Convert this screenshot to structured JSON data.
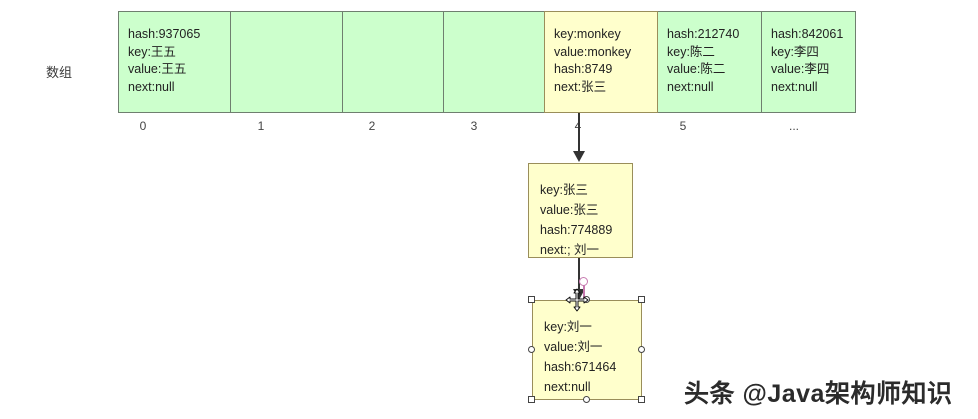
{
  "diagram": {
    "array_label": "数组",
    "array_cells": [
      {
        "index": "0",
        "text": "hash:937065\nkey:王五\nvalue:王五\nnext:null",
        "highlight": false
      },
      {
        "index": "1",
        "text": "",
        "highlight": false
      },
      {
        "index": "2",
        "text": "",
        "highlight": false
      },
      {
        "index": "3",
        "text": "",
        "highlight": false
      },
      {
        "index": "4",
        "text": "key:monkey\nvalue:monkey\nhash:8749\nnext:张三",
        "highlight": true
      },
      {
        "index": "5",
        "text": "hash:212740\nkey:陈二\nvalue:陈二\nnext:null",
        "highlight": false
      },
      {
        "index": "...",
        "text": "hash:842061\nkey:李四\nvalue:李四\nnext:null",
        "highlight": false
      }
    ],
    "nodes": [
      {
        "id": "zhangsan",
        "text": "key:张三\nvalue:张三\nhash:774889\nnext:; 刘一"
      },
      {
        "id": "liuyi",
        "text": "key:刘一\nvalue:刘一\nhash:671464\nnext:null"
      }
    ]
  },
  "watermark": {
    "text": "头条 @Java架构师知识"
  },
  "colors": {
    "cell_fill": "#CCFFCC",
    "cell_border": "#6F7F6F",
    "highlight_fill": "#FFFFCC",
    "highlight_border": "#9A8E5A",
    "arrow": "#333333",
    "rotate_handle": "#C77BB0",
    "handle_fill": "#FFFFFF"
  }
}
